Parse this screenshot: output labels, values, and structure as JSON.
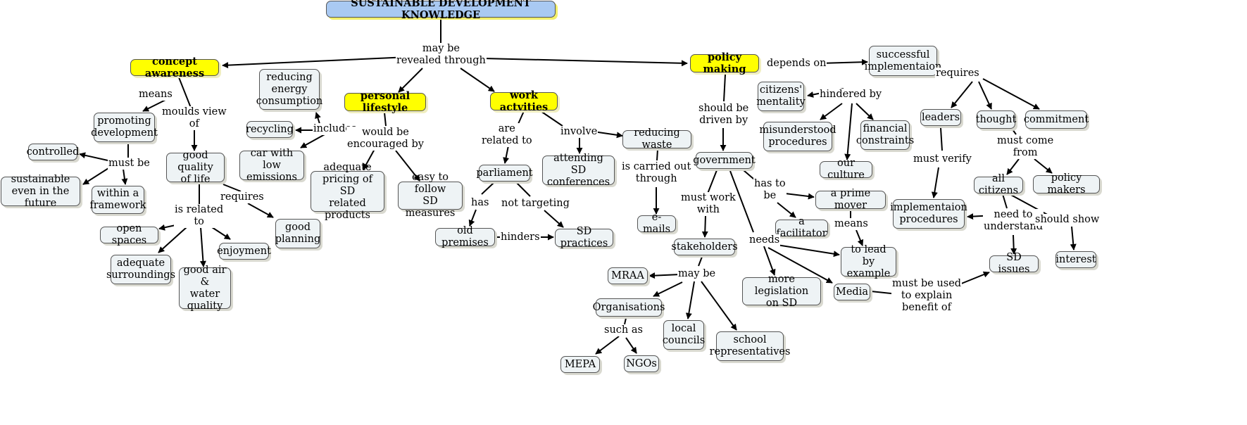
{
  "title": "SUSTAINABLE DEVELOPMENT KNOWLEDGE",
  "concepts": {
    "root": "SUSTAINABLE DEVELOPMENT KNOWLEDGE",
    "concept_awareness": "concept awareness",
    "personal_lifestyle": "personal lifestyle",
    "work_activities": "work actvities",
    "policy_making": "policy making",
    "promoting_development": "promoting\ndevelopment",
    "controlled": "controlled",
    "sustainable_future": "sustainable\neven in the future",
    "within_framework": "within a\nframework",
    "good_quality_life": "good quality\nof life",
    "open_spaces": "open spaces",
    "adequate_surroundings": "adequate\nsurroundings",
    "good_air_water": "good air &\nwater\nquality",
    "enjoyment": "enjoyment",
    "good_planning": "good\nplanning",
    "reducing_energy": "reducing\nenergy\nconsumption",
    "recycling": "recycling",
    "car_low_emissions": "car with\nlow emissions",
    "adequate_pricing": "adequate\npricing of SD\nrelated products",
    "easy_sd_measures": "easy to follow\nSD measures",
    "parliament": "parliament",
    "old_premises": "old premises",
    "sd_practices": "SD practices",
    "attending_sd_conferences": "attending\nSD conferences",
    "reducing_waste": "reducing waste",
    "e_mails": "e-mails",
    "government": "government",
    "stakeholders": "stakeholders",
    "mraa": "MRAA",
    "organisations": "Organisations",
    "mepa": "MEPA",
    "ngos": "NGOs",
    "local_councils": "local\ncouncils",
    "school_representatives": "school\nrepresentatives",
    "more_legislation": "more legislation\non SD",
    "media": "Media",
    "prime_mover": "a prime mover",
    "facilitator": "a facilitator",
    "lead_by_example": "to lead\nby example",
    "successful_implementation": "successful\nimplementaion",
    "citizens_mentality": "citizens'\nmentality",
    "misunderstood_procedures": "misunderstood\nprocedures",
    "financial_constraints": "financial\nconstraints",
    "our_culture": "our culture",
    "leaders": "leaders",
    "thought": "thought",
    "commitment": "commitment",
    "implementation_procedures": "implementaion\nprocedures",
    "all_citizens": "all citizens",
    "policy_makers": "policy makers",
    "sd_issues": "SD issues",
    "interest": "interest"
  },
  "linking_phrases": {
    "may_be_revealed_through": "may be\nrevealed through",
    "means": "means",
    "moulds_view_of": "moulds view\nof",
    "must_be": "must be",
    "requires_ca": "requires",
    "is_related_to": "is related\nto",
    "includes": "includes",
    "would_be_encouraged_by": "would be\nencouraged by",
    "are_related_to": "are\nrelated to",
    "involve": "involve",
    "has": "has",
    "not_targeting": "not targeting",
    "hinders": "hinders",
    "is_carried_out_through": "is carried out\nthrough",
    "should_be_driven_by": "should be\ndriven by",
    "depends_on": "depends on",
    "requires_pm": "requires",
    "hindered_by": "hindered by",
    "must_work_with": "must work\nwith",
    "has_to_be": "has to\nbe",
    "means_pm": "means",
    "needs": "needs",
    "may_be": "may be",
    "such_as": "such as",
    "must_verify": "must verify",
    "must_come_from": "must come\nfrom",
    "need_to_understand": "need to\nunderstand",
    "should_show": "should show",
    "must_be_used_to_explain": "must be used\nto explain\nbenefit of"
  }
}
